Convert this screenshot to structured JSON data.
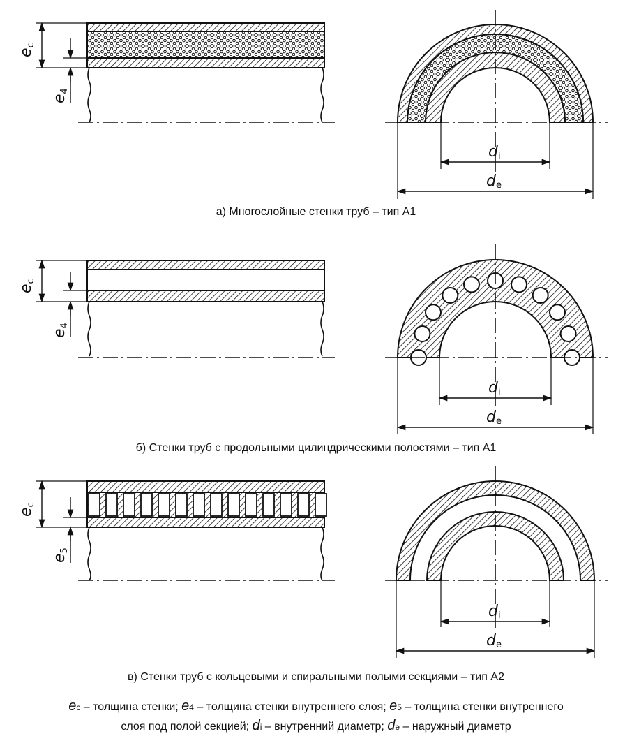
{
  "captions": {
    "a": "а) Многослойные стенки труб – тип А1",
    "b": "б) Стенки труб с продольными цилиндрическими полостями – тип А1",
    "c": "в) Стенки труб с кольцевыми и спиральными полыми секциями – тип А2"
  },
  "labels": {
    "ec": "e",
    "ec_sub": "c",
    "e4": "e",
    "e4_sub": "4",
    "e5": "e",
    "e5_sub": "5",
    "di": "d",
    "di_sub": "i",
    "de": "d",
    "de_sub": "e"
  },
  "legend": {
    "ec_sym": "e",
    "ec_sub": "c",
    "ec_text": " – толщина стенки; ",
    "e4_sym": "e",
    "e4_sub": "4",
    "e4_text": " – толщина стенки внутреннего слоя; ",
    "e5_sym": "e",
    "e5_sub": "5",
    "e5_text": " – толщина стенки внутреннего",
    "e5_text2": "слоя под полой секцией; ",
    "di_sym": "d",
    "di_sub": "i",
    "di_text": " – внутренний диаметр; ",
    "de_sym": "d",
    "de_sub": "e",
    "de_text": " – наружный диаметр"
  }
}
